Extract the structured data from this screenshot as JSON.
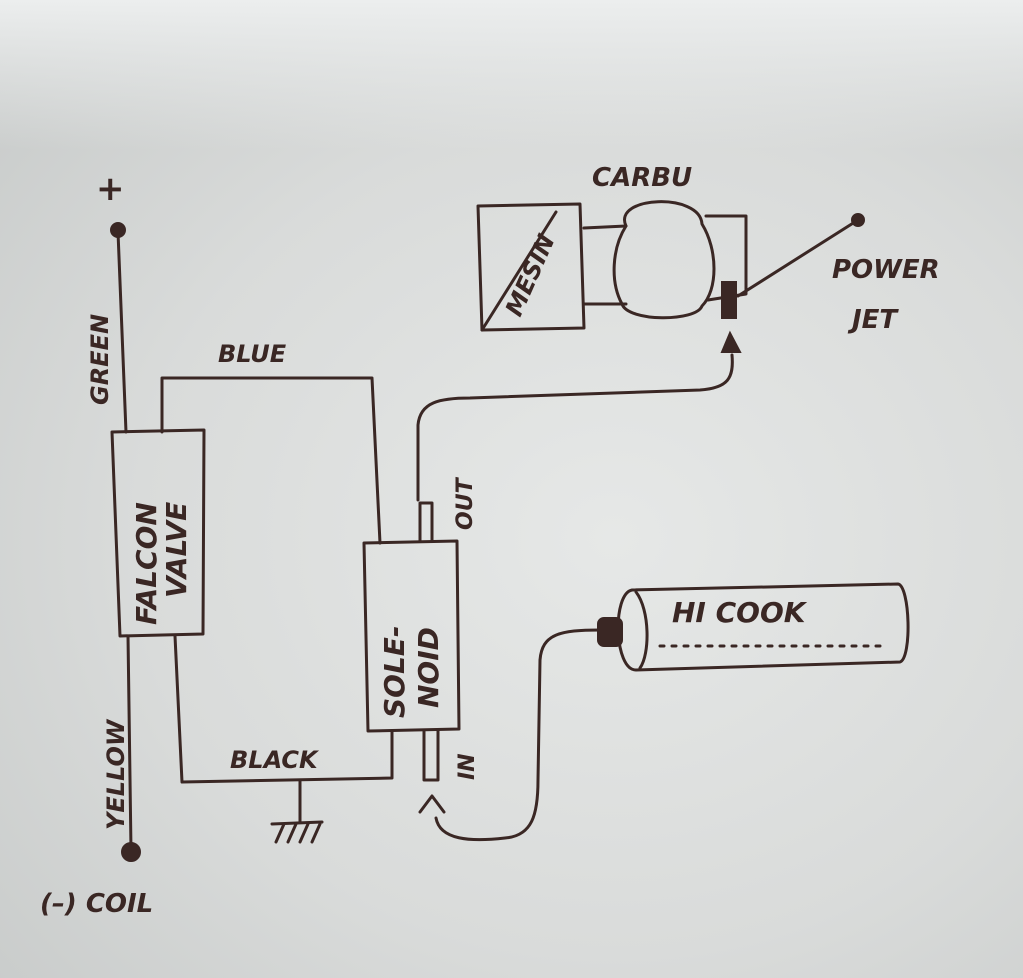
{
  "labels": {
    "plus": "+",
    "green": "GREEN",
    "yellow": "YELLOW",
    "coil": "(–) COIL",
    "falcon_valve_line1": "FALCON",
    "falcon_valve_line2": "VALVE",
    "blue": "BLUE",
    "black": "BLACK",
    "solenoid_line1": "SOLE-",
    "solenoid_line2": "NOID",
    "out": "OUT",
    "in": "IN",
    "carbu": "CARBU",
    "mesin": "MESIN",
    "power_jet_line1": "POWER",
    "power_jet_line2": "JET",
    "hicook": "HI COOK"
  },
  "colors": {
    "ink": "#3a2724",
    "paper": "#e2e4e3"
  }
}
